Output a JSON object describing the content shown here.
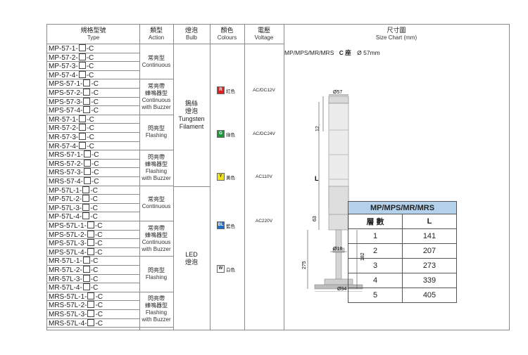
{
  "headers": {
    "type": {
      "zh": "規格型號",
      "en": "Type"
    },
    "action": {
      "zh": "類型",
      "en": "Action"
    },
    "bulb": {
      "zh": "燈泡",
      "en": "Bulb"
    },
    "colours": {
      "zh": "顏色",
      "en": "Colours"
    },
    "voltage": {
      "zh": "電壓",
      "en": "Voltage"
    },
    "size": {
      "zh": "尺寸圖",
      "en": "Size  Chart (mm)"
    }
  },
  "models": [
    {
      "pre": "MP-57-1-",
      "post": "-C"
    },
    {
      "pre": "MP-57-2-",
      "post": "-C"
    },
    {
      "pre": "MP-57-3-",
      "post": "-C"
    },
    {
      "pre": "MP-57-4-",
      "post": "-C"
    },
    {
      "pre": "MPS-57-1-",
      "post": "-C"
    },
    {
      "pre": "MPS-57-2-",
      "post": "-C"
    },
    {
      "pre": "MPS-57-3-",
      "post": "-C"
    },
    {
      "pre": "MPS-57-4-",
      "post": "-C"
    },
    {
      "pre": "MR-57-1-",
      "post": "-C"
    },
    {
      "pre": "MR-57-2-",
      "post": "-C"
    },
    {
      "pre": "MR-57-3-",
      "post": "-C"
    },
    {
      "pre": "MR-57-4-",
      "post": "-C"
    },
    {
      "pre": "MRS-57-1-",
      "post": "-C"
    },
    {
      "pre": "MRS-57-2-",
      "post": "-C"
    },
    {
      "pre": "MRS-57-3-",
      "post": "-C"
    },
    {
      "pre": "MRS-57-4-",
      "post": "-C"
    },
    {
      "pre": "MP-57L-1-",
      "post": "-C"
    },
    {
      "pre": "MP-57L-2-",
      "post": "-C"
    },
    {
      "pre": "MP-57L-3-",
      "post": "-C"
    },
    {
      "pre": "MP-57L-4-",
      "post": "-C"
    },
    {
      "pre": "MPS-57L-1-",
      "post": "-C"
    },
    {
      "pre": "MPS-57L-2-",
      "post": "-C"
    },
    {
      "pre": "MPS-57L-3-",
      "post": "-C"
    },
    {
      "pre": "MPS-57L-4-",
      "post": "-C"
    },
    {
      "pre": "MR-57L-1-",
      "post": "-C"
    },
    {
      "pre": "MR-57L-2-",
      "post": "-C"
    },
    {
      "pre": "MR-57L-3-",
      "post": "-C"
    },
    {
      "pre": "MR-57L-4-",
      "post": "-C"
    },
    {
      "pre": "MRS-57L-1-",
      "post": "-C"
    },
    {
      "pre": "MRS-57L-2-",
      "post": "-C"
    },
    {
      "pre": "MRS-57L-3-",
      "post": "-C"
    },
    {
      "pre": "MRS-57L-4-",
      "post": "-C"
    }
  ],
  "actions": [
    {
      "zh": "常亮型",
      "en": "Continuous"
    },
    {
      "zh": "常亮帶\n蜂鳴器型",
      "en": "Continuous\nwith Buzzer"
    },
    {
      "zh": "閃亮型",
      "en": "Flashing"
    },
    {
      "zh": "閃亮帶\n蜂鳴器型",
      "en": "Flashing\nwith Buzzer"
    },
    {
      "zh": "常亮型",
      "en": "Continuous"
    },
    {
      "zh": "常亮帶\n蜂鳴器型",
      "en": "Continuous\nwith Buzzer"
    },
    {
      "zh": "閃亮型",
      "en": "Flashing"
    },
    {
      "zh": "閃亮帶\n蜂鳴器型",
      "en": "Flashing\nwith Buzzer"
    }
  ],
  "bulbs": [
    {
      "zh": "鎢絲\n燈泡",
      "en": "Tungsten\nFilament"
    },
    {
      "zh": "LED\n燈泡",
      "en": ""
    }
  ],
  "colours": [
    {
      "code": "R",
      "name": "紅色",
      "color": "#e02020",
      "text": "#ffffff"
    },
    {
      "code": "G",
      "name": "綠色",
      "color": "#1a9a3a",
      "text": "#ffffff"
    },
    {
      "code": "Y",
      "name": "黃色",
      "color": "#f2e21a",
      "text": "#222222"
    },
    {
      "code": "BL",
      "name": "藍色",
      "color": "#1a6fd0",
      "text": "#ffffff"
    },
    {
      "code": "W",
      "name": "白色",
      "color": "#ffffff",
      "text": "#222222"
    }
  ],
  "voltages": [
    "AC/DC12V",
    "AC/DC24V",
    "AC110V",
    "AC220V"
  ],
  "diagram": {
    "title": "MP/MPS/MR/MRS",
    "mount": "C 座",
    "diameter": "Ø 57mm",
    "d57": "Ø57",
    "d18": "Ø18",
    "d94": "Ø94",
    "dim12": "12",
    "dimL": "L",
    "dim63": "63",
    "dim182": "182",
    "dim275": "275"
  },
  "dim_table": {
    "caption": "MP/MPS/MR/MRS",
    "col1": "層 數",
    "col2": "L",
    "rows": [
      {
        "layers": "1",
        "L": "141"
      },
      {
        "layers": "2",
        "L": "207"
      },
      {
        "layers": "3",
        "L": "273"
      },
      {
        "layers": "4",
        "L": "339"
      },
      {
        "layers": "5",
        "L": "405"
      }
    ]
  }
}
